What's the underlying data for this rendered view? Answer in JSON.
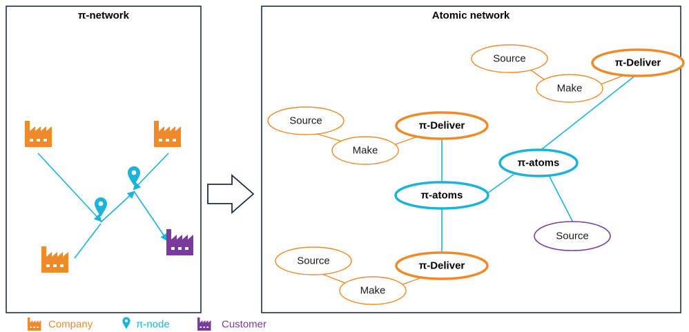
{
  "left_panel": {
    "title": "π-network"
  },
  "right_panel": {
    "title": "Atomic network"
  },
  "transition_arrow": {
    "icon": "hollow-right-arrow-icon"
  },
  "colors": {
    "company": "#ee8a2a",
    "pi_node": "#1bb3d8",
    "customer": "#7a3b9a",
    "panel_border": "#1f2d3d"
  },
  "network": {
    "companies": [
      "company-top-left",
      "company-top-right",
      "company-bottom-left"
    ],
    "pi_nodes": [
      "pi-node-lower",
      "pi-node-upper"
    ],
    "customers": [
      "customer-bottom-right"
    ]
  },
  "atomic": {
    "cluster_top_right": {
      "source": "Source",
      "make": "Make",
      "deliver": "π-Deliver"
    },
    "cluster_left": {
      "source": "Source",
      "make": "Make",
      "deliver": "π-Deliver"
    },
    "cluster_bottom": {
      "source": "Source",
      "make": "Make",
      "deliver": "π-Deliver"
    },
    "atoms_center": "π-atoms",
    "atoms_right": "π-atoms",
    "customer_source": "Source"
  },
  "legend": {
    "company": "Company",
    "pi_node": "π-node",
    "customer": "Customer"
  }
}
